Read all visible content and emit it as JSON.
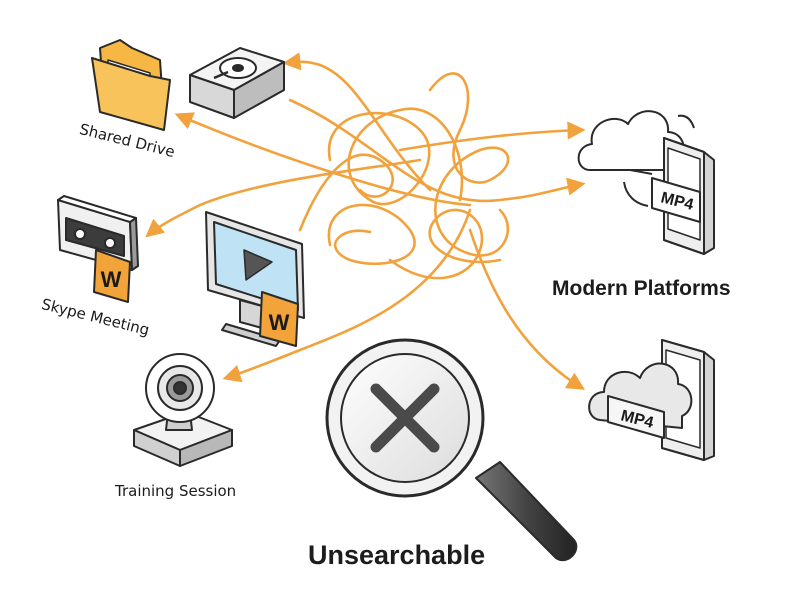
{
  "labels": {
    "shared_drive": "Shared Drive",
    "skype_meeting": "Skype Meeting",
    "training_session": "Training Session",
    "modern_platforms": "Modern Platforms",
    "unsearchable": "Unsearchable"
  },
  "badges": {
    "word_letter": "W",
    "mp4_top": "MP4",
    "mp4_bottom": "MP4"
  },
  "icons": {
    "left_sources": [
      "folder-icon",
      "hard-drive-icon",
      "cassette-tape-icon",
      "monitor-video-icon",
      "webcam-icon"
    ],
    "right_targets": [
      "cloud-phone-icon",
      "cloud-tablet-icon"
    ],
    "center": "magnifier-no-icon"
  },
  "colors": {
    "arrow": "#f2a23c",
    "folder": "#f6b745",
    "word_badge": "#f2a33a",
    "outline": "#2a2a2a",
    "screen": "#bfe3f4"
  }
}
